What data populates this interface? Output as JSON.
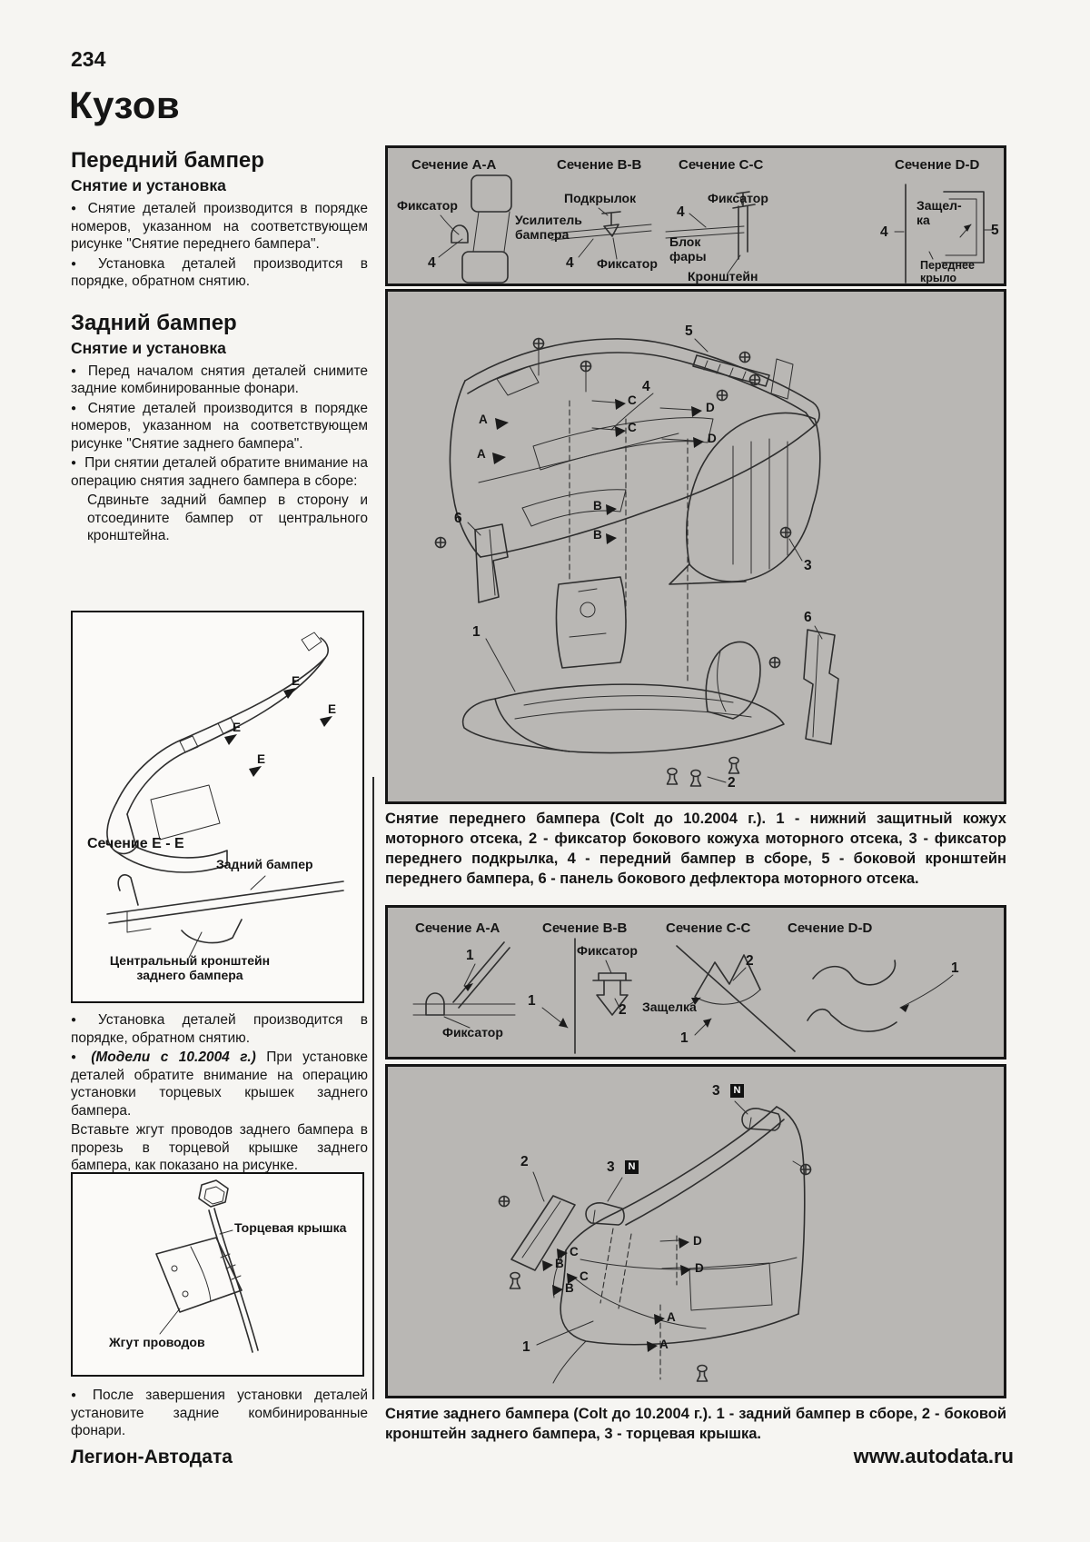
{
  "colors": {
    "panel_bg": "#b9b7b4",
    "page_bg": "#f6f5f2",
    "ink": "#151515"
  },
  "glyphs": {
    "bullet": "●"
  },
  "page": {
    "number": "234",
    "title": "Кузов",
    "footer_left": "Легион-Автодата",
    "footer_right": "www.autodata.ru"
  },
  "left": {
    "front": {
      "heading": "Передний бампер",
      "sub": "Снятие и установка",
      "b1": "Снятие деталей производится в порядке номеров, указанном на соответствующем рисунке \"Снятие переднего бампера\".",
      "b2": "Установка деталей производится в порядке, обратном снятию."
    },
    "rear": {
      "heading": "Задний бампер",
      "sub": "Снятие и установка",
      "b1": "Перед началом снятия деталей снимите задние комбинированные фонари.",
      "b2": "Снятие деталей производится в порядке номеров, указанном на соответствующем рисунке \"Снятие заднего бампера\".",
      "b3": "При снятии деталей обратите внимание на операцию снятия заднего бампера в сборе:",
      "b3a": "Сдвиньте задний бампер в сторону и отсоедините бампер от центрального кронштейна."
    },
    "fig_e": {
      "marker": "E",
      "title": "Сечение E - E",
      "bumper": "Задний бампер",
      "bracket": "Центральный кронштейн\nзаднего бампера"
    },
    "after": {
      "b1": "Установка деталей производится в порядке, обратном снятию.",
      "b2_italic": "(Модели с 10.2004 г.)",
      "b2_rest": " При установке деталей обратите внимание на операцию установки торцевых крышек заднего бампера.",
      "p1": "Вставьте жгут проводов заднего бампера в прорезь в торцевой крышке заднего бампера, как показано на рисунке.",
      "b3": "После завершения установки деталей установите задние комбинированные фонари."
    },
    "fig_cap": {
      "cap": "Торцевая крышка",
      "harness": "Жгут проводов"
    }
  },
  "right": {
    "front_sections": {
      "a": {
        "title": "Сечение A-A",
        "fixer": "Фиксатор",
        "reinf": "Усилитель\nбампера",
        "n4": "4"
      },
      "b": {
        "title": "Сечение B-B",
        "liner": "Подкрылок",
        "fixer": "Фиксатор",
        "n4": "4"
      },
      "c": {
        "title": "Сечение C-C",
        "fixer": "Фиксатор",
        "headlight": "Блок\nфары",
        "bracket": "Кронштейн",
        "n4": "4"
      },
      "d": {
        "title": "Сечение D-D",
        "latch": "Защел-\nка",
        "fender": "Переднее\nкрыло",
        "n4": "4",
        "n5": "5"
      }
    },
    "front_fig": {
      "A": "A",
      "B": "B",
      "C": "C",
      "D": "D",
      "n1": "1",
      "n2": "2",
      "n3": "3",
      "n4": "4",
      "n5": "5",
      "n6": "6"
    },
    "caption1": "Снятие переднего бампера (Colt до 10.2004 г.). 1 - нижний защитный кожух моторного отсека, 2 - фиксатор бокового кожуха моторного отсека, 3 - фиксатор переднего подкрылка, 4 - передний бампер в сборе, 5 - боковой кронштейн переднего бампера, 6 - панель бокового дефлектора моторного отсека.",
    "rear_sections": {
      "a": {
        "title": "Сечение A-A",
        "fixer": "Фиксатор",
        "n1": "1"
      },
      "b": {
        "title": "Сечение B-B",
        "fixer": "Фиксатор",
        "n1": "1",
        "n2": "2"
      },
      "c": {
        "title": "Сечение C-C",
        "latch": "Защелка",
        "n1": "1",
        "n2": "2"
      },
      "d": {
        "title": "Сечение D-D",
        "n1": "1"
      }
    },
    "rear_fig": {
      "A": "A",
      "B": "B",
      "C": "C",
      "D": "D",
      "n1": "1",
      "n2": "2",
      "n3": "3",
      "N": "N"
    },
    "caption2": "Снятие заднего бампера (Colt до 10.2004 г.). 1 - задний бампер в сборе, 2 - боковой кронштейн заднего бампера, 3 - торцевая крышка."
  }
}
